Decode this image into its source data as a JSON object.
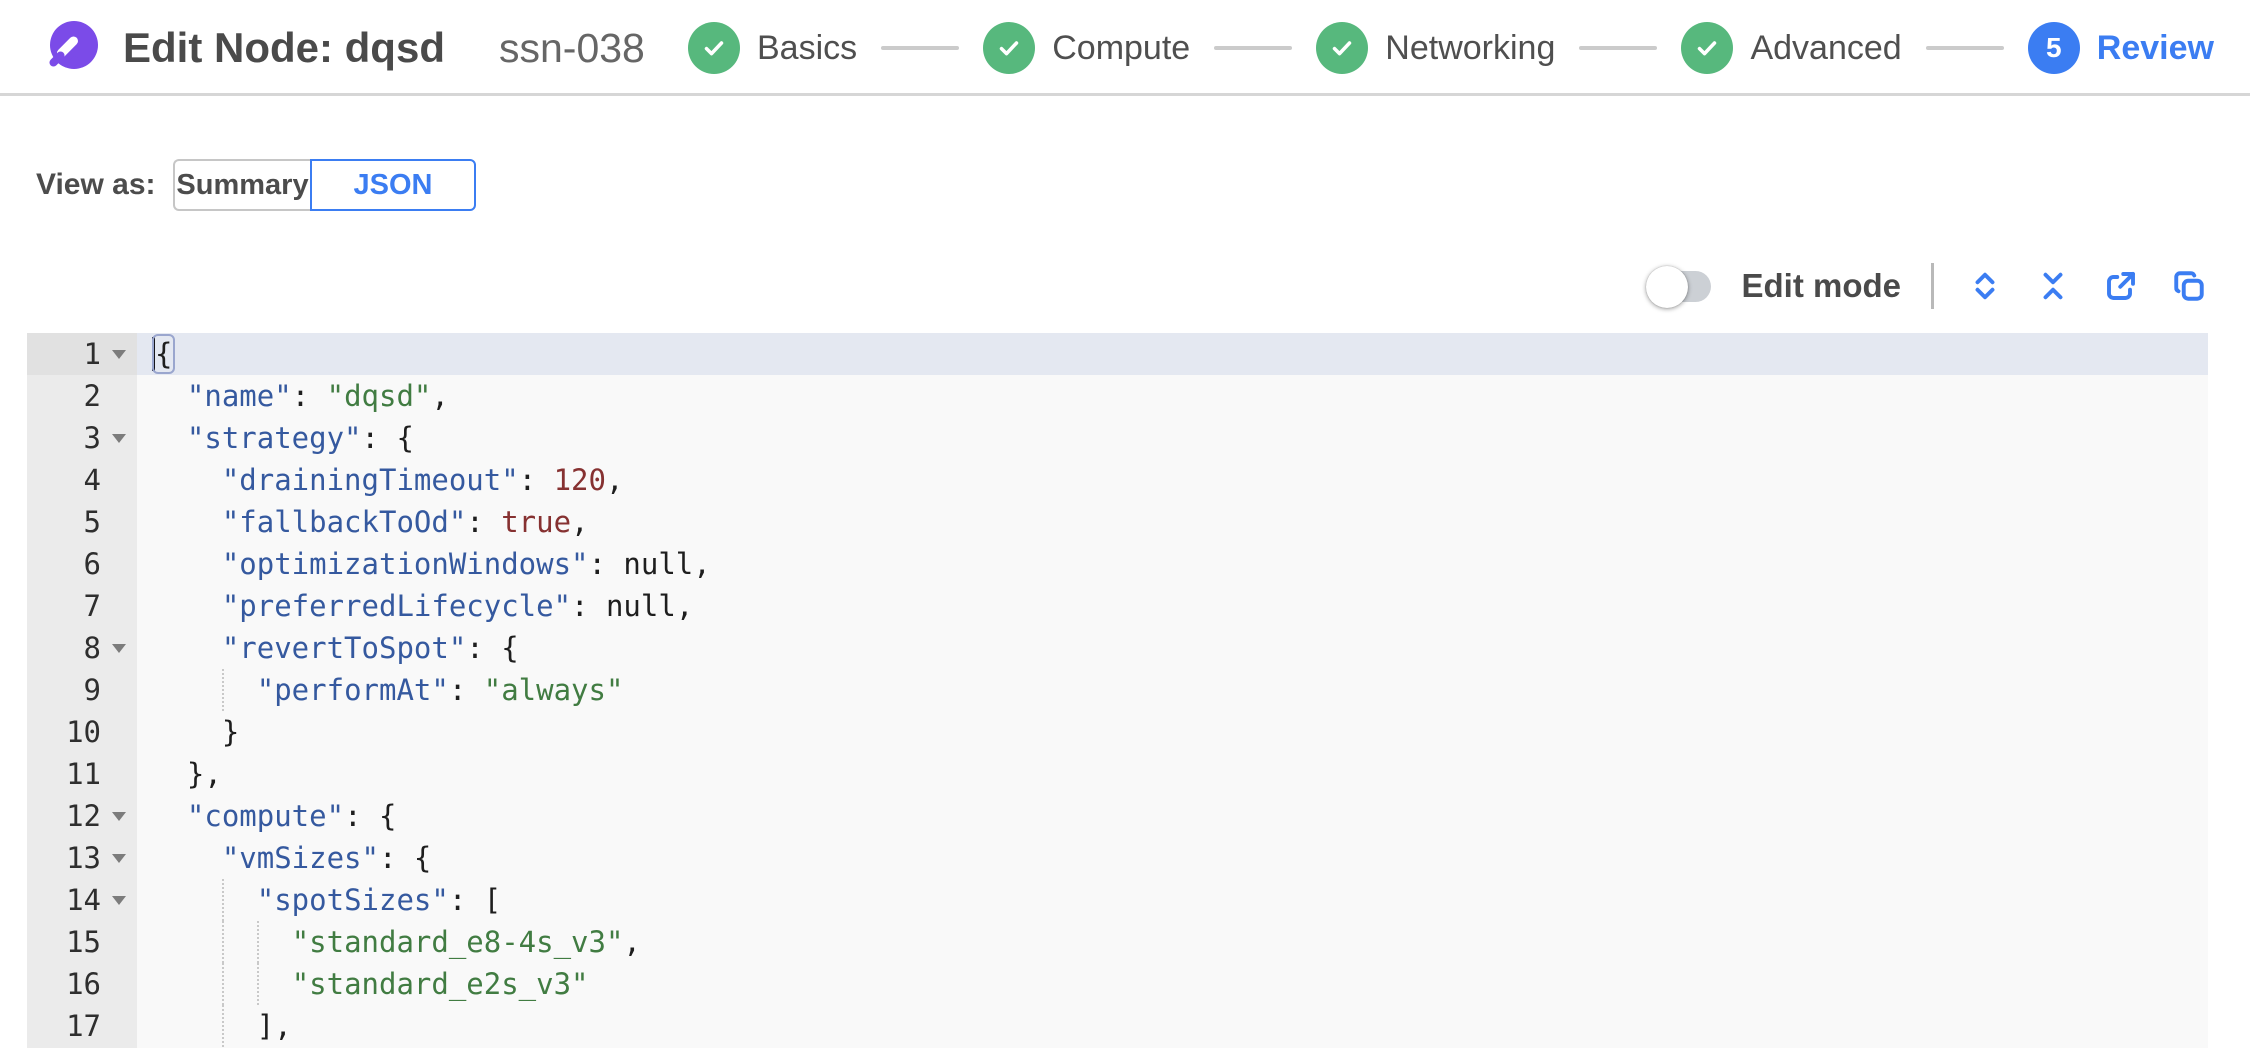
{
  "colors": {
    "accent_blue": "#3b7df2",
    "step_green": "#57b87d",
    "logo_purple": "#7b4be8",
    "active_line": "#e4e8f1",
    "syntax_key": "#35599f",
    "syntax_string": "#417c42",
    "syntax_number": "#863131"
  },
  "header": {
    "title": "Edit Node: dqsd",
    "node_id": "ssn-038",
    "steps": [
      {
        "label": "Basics",
        "state": "done"
      },
      {
        "label": "Compute",
        "state": "done"
      },
      {
        "label": "Networking",
        "state": "done"
      },
      {
        "label": "Advanced",
        "state": "done"
      },
      {
        "label": "Review",
        "state": "current",
        "number": "5"
      }
    ]
  },
  "view_as": {
    "label": "View as:",
    "options": [
      {
        "label": "Summary",
        "selected": false
      },
      {
        "label": "JSON",
        "selected": true
      }
    ]
  },
  "toolbar": {
    "edit_mode_label": "Edit mode",
    "edit_mode_on": false,
    "icons": [
      {
        "name": "expand-all-icon"
      },
      {
        "name": "collapse-all-icon"
      },
      {
        "name": "export-icon"
      },
      {
        "name": "copy-icon"
      }
    ]
  },
  "editor": {
    "lines": [
      {
        "num": 1,
        "fold": true,
        "active": true,
        "cursor": true,
        "bracket": true,
        "indent": 0,
        "tokens": [
          [
            "p",
            "{"
          ]
        ]
      },
      {
        "num": 2,
        "indent": 2,
        "tokens": [
          [
            "w",
            "  "
          ],
          [
            "k",
            "\"name\""
          ],
          [
            "p",
            ": "
          ],
          [
            "s",
            "\"dqsd\""
          ],
          [
            "p",
            ","
          ]
        ]
      },
      {
        "num": 3,
        "fold": true,
        "indent": 2,
        "tokens": [
          [
            "w",
            "  "
          ],
          [
            "k",
            "\"strategy\""
          ],
          [
            "p",
            ": {"
          ]
        ]
      },
      {
        "num": 4,
        "indent": 4,
        "tokens": [
          [
            "w",
            "    "
          ],
          [
            "k",
            "\"drainingTimeout\""
          ],
          [
            "p",
            ": "
          ],
          [
            "n",
            "120"
          ],
          [
            "p",
            ","
          ]
        ]
      },
      {
        "num": 5,
        "indent": 4,
        "tokens": [
          [
            "w",
            "    "
          ],
          [
            "k",
            "\"fallbackToOd\""
          ],
          [
            "p",
            ": "
          ],
          [
            "b",
            "true"
          ],
          [
            "p",
            ","
          ]
        ]
      },
      {
        "num": 6,
        "indent": 4,
        "tokens": [
          [
            "w",
            "    "
          ],
          [
            "k",
            "\"optimizationWindows\""
          ],
          [
            "p",
            ": "
          ],
          [
            "u",
            "null"
          ],
          [
            "p",
            ","
          ]
        ]
      },
      {
        "num": 7,
        "indent": 4,
        "tokens": [
          [
            "w",
            "    "
          ],
          [
            "k",
            "\"preferredLifecycle\""
          ],
          [
            "p",
            ": "
          ],
          [
            "u",
            "null"
          ],
          [
            "p",
            ","
          ]
        ]
      },
      {
        "num": 8,
        "fold": true,
        "indent": 4,
        "tokens": [
          [
            "w",
            "    "
          ],
          [
            "k",
            "\"revertToSpot\""
          ],
          [
            "p",
            ": {"
          ]
        ]
      },
      {
        "num": 9,
        "indent": 6,
        "tokens": [
          [
            "w",
            "      "
          ],
          [
            "k",
            "\"performAt\""
          ],
          [
            "p",
            ": "
          ],
          [
            "s",
            "\"always\""
          ]
        ]
      },
      {
        "num": 10,
        "indent": 4,
        "tokens": [
          [
            "w",
            "    "
          ],
          [
            "p",
            "}"
          ]
        ]
      },
      {
        "num": 11,
        "indent": 2,
        "tokens": [
          [
            "w",
            "  "
          ],
          [
            "p",
            "},"
          ]
        ]
      },
      {
        "num": 12,
        "fold": true,
        "indent": 2,
        "tokens": [
          [
            "w",
            "  "
          ],
          [
            "k",
            "\"compute\""
          ],
          [
            "p",
            ": {"
          ]
        ]
      },
      {
        "num": 13,
        "fold": true,
        "indent": 4,
        "tokens": [
          [
            "w",
            "    "
          ],
          [
            "k",
            "\"vmSizes\""
          ],
          [
            "p",
            ": {"
          ]
        ]
      },
      {
        "num": 14,
        "fold": true,
        "indent": 6,
        "tokens": [
          [
            "w",
            "      "
          ],
          [
            "k",
            "\"spotSizes\""
          ],
          [
            "p",
            ": ["
          ]
        ]
      },
      {
        "num": 15,
        "indent": 8,
        "tokens": [
          [
            "w",
            "        "
          ],
          [
            "s",
            "\"standard_e8-4s_v3\""
          ],
          [
            "p",
            ","
          ]
        ]
      },
      {
        "num": 16,
        "indent": 8,
        "tokens": [
          [
            "w",
            "        "
          ],
          [
            "s",
            "\"standard_e2s_v3\""
          ]
        ]
      },
      {
        "num": 17,
        "indent": 6,
        "tokens": [
          [
            "w",
            "      "
          ],
          [
            "p",
            "],"
          ]
        ]
      }
    ]
  }
}
